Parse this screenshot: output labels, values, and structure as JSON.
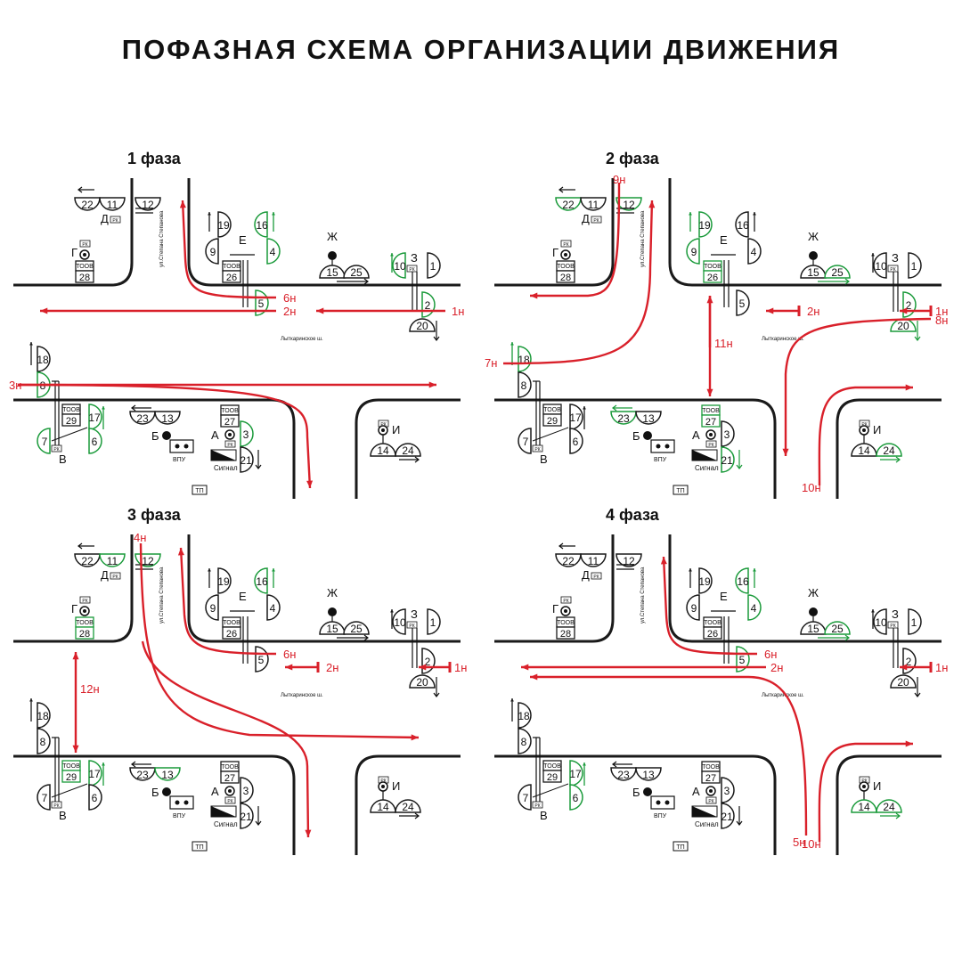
{
  "title": "ПОФАЗНАЯ СХЕМА ОРГАНИЗАЦИИ ДВИЖЕНИЯ",
  "colors": {
    "road": "#1a1a1a",
    "route": "#d9202a",
    "active": "#1a9a3a",
    "inactive": "#1a1a1a"
  },
  "static_labels": {
    "street_v": "ул.Степана Степанова",
    "street_h": "Лыткаринское ш.",
    "vpu": "ВПУ",
    "signal": "Сигнал",
    "tp": "ТП",
    "toov": "ТООВ",
    "rk": "РК",
    "letters": {
      "A": "А",
      "B": "Б",
      "V": "В",
      "G": "Г",
      "D": "Д",
      "E": "Е",
      "Zh": "Ж",
      "Z": "З",
      "I": "И"
    }
  },
  "phases": [
    {
      "title": "1 фаза",
      "active_signals": [
        "16",
        "10",
        "5",
        "2",
        "8",
        "17",
        "6",
        "7",
        "3",
        "4"
      ],
      "active_boxes": [],
      "routes": [
        {
          "id": "1н",
          "label": "1н",
          "kind": "h_left_1n"
        },
        {
          "id": "2н",
          "label": "2н",
          "kind": "h_left_2n_long"
        },
        {
          "id": "6н",
          "label": "6н",
          "kind": "turn_6n"
        },
        {
          "id": "3н",
          "label": "3н",
          "kind": "h_right_3n"
        }
      ]
    },
    {
      "title": "2 фаза",
      "active_signals": [
        "22",
        "12",
        "19",
        "9",
        "18",
        "23",
        "21",
        "25",
        "2",
        "20",
        "24"
      ],
      "active_boxes": [
        "26",
        "27"
      ],
      "routes": [
        {
          "id": "9н",
          "label": "9н",
          "kind": "down_left_9n"
        },
        {
          "id": "7н",
          "label": "7н",
          "kind": "up_7n"
        },
        {
          "id": "2н",
          "label": "2н",
          "kind": "h_left_2n_short"
        },
        {
          "id": "1н",
          "label": "1н",
          "kind": "h_left_1n_short"
        },
        {
          "id": "11н",
          "label": "11н",
          "kind": "v_11n"
        },
        {
          "id": "8н",
          "label": "8н",
          "kind": "right_down_8n"
        },
        {
          "id": "10н",
          "label": "10н",
          "kind": "up_right_10n"
        }
      ]
    },
    {
      "title": "3 фаза",
      "active_signals": [
        "11",
        "12",
        "16",
        "17",
        "13"
      ],
      "active_boxes": [
        "28",
        "29"
      ],
      "routes": [
        {
          "id": "4н",
          "label": "4н",
          "kind": "down_4n"
        },
        {
          "id": "6н",
          "label": "6н",
          "kind": "turn_6n_short"
        },
        {
          "id": "2н",
          "label": "2н",
          "kind": "h_left_2n_short"
        },
        {
          "id": "1н",
          "label": "1н",
          "kind": "h_left_1n_short"
        },
        {
          "id": "12н",
          "label": "12н",
          "kind": "v_12n"
        }
      ]
    },
    {
      "title": "4 фаза",
      "active_signals": [
        "16",
        "25",
        "5",
        "17",
        "6",
        "14",
        "24",
        "4"
      ],
      "active_boxes": [],
      "routes": [
        {
          "id": "6н",
          "label": "6н",
          "kind": "turn_6n"
        },
        {
          "id": "2н",
          "label": "2н",
          "kind": "h_left_2n_mid"
        },
        {
          "id": "1н",
          "label": "1н",
          "kind": "h_left_1n_short"
        },
        {
          "id": "5н",
          "label": "5н",
          "kind": "left_down_5n"
        },
        {
          "id": "10н",
          "label": "10н",
          "kind": "up_right_10n"
        }
      ]
    }
  ]
}
